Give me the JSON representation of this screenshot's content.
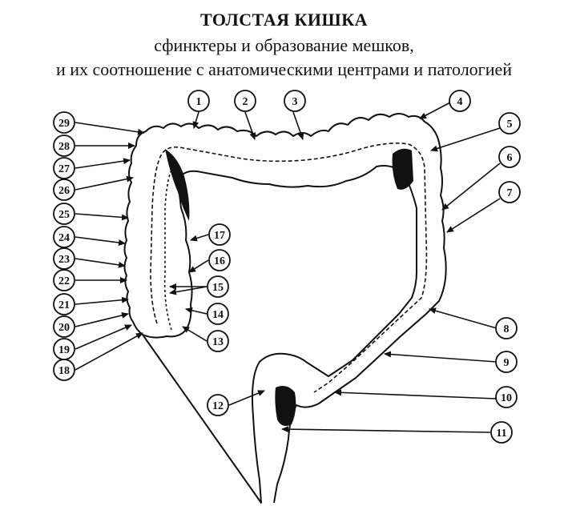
{
  "header": {
    "title": "ТОЛСТАЯ КИШКА",
    "subtitle_line1": "сфинктеры и образование мешков,",
    "subtitle_line2": "и их соотношение с анатомическими центрами и патологией"
  },
  "labels": [
    "1",
    "2",
    "3",
    "4",
    "5",
    "6",
    "7",
    "8",
    "9",
    "10",
    "11",
    "12",
    "13",
    "14",
    "15",
    "16",
    "17",
    "18",
    "19",
    "20",
    "21",
    "22",
    "23",
    "24",
    "25",
    "26",
    "27",
    "28",
    "29"
  ],
  "colors": {
    "ink": "#111111",
    "background": "#ffffff"
  }
}
